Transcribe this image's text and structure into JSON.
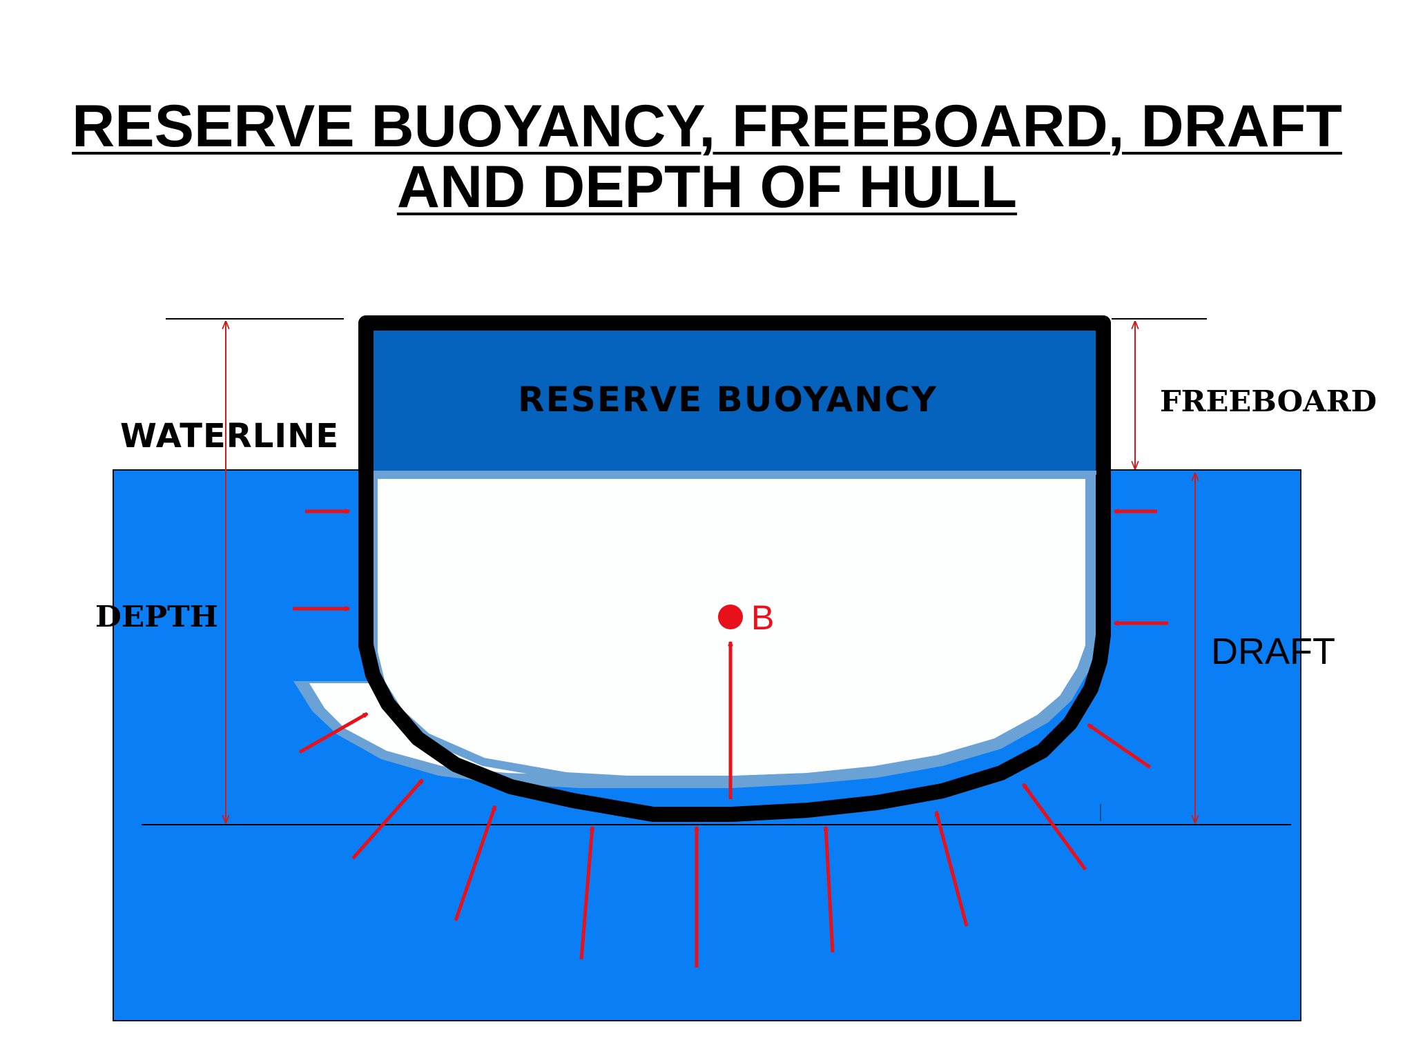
{
  "title": {
    "line1": "RESERVE BUOYANCY, FREEBOARD, DRAFT",
    "line2": "AND DEPTH OF HULL"
  },
  "labels": {
    "reserve_buoyancy": "RESERVE BUOYANCY",
    "waterline": "WATERLINE",
    "freeboard": "FREEBOARD",
    "depth": "DEPTH",
    "draft": "DRAFT",
    "buoyancy_center": "B"
  },
  "colors": {
    "water": "#0a7ff5",
    "reserve_area": "#0563bd",
    "hull_interior": "#fdfefe",
    "hull_stroke": "#000000",
    "inner_lining": "#6aa2d6",
    "arrow": "#e8101a",
    "dimension_line": "#d11a1a"
  }
}
